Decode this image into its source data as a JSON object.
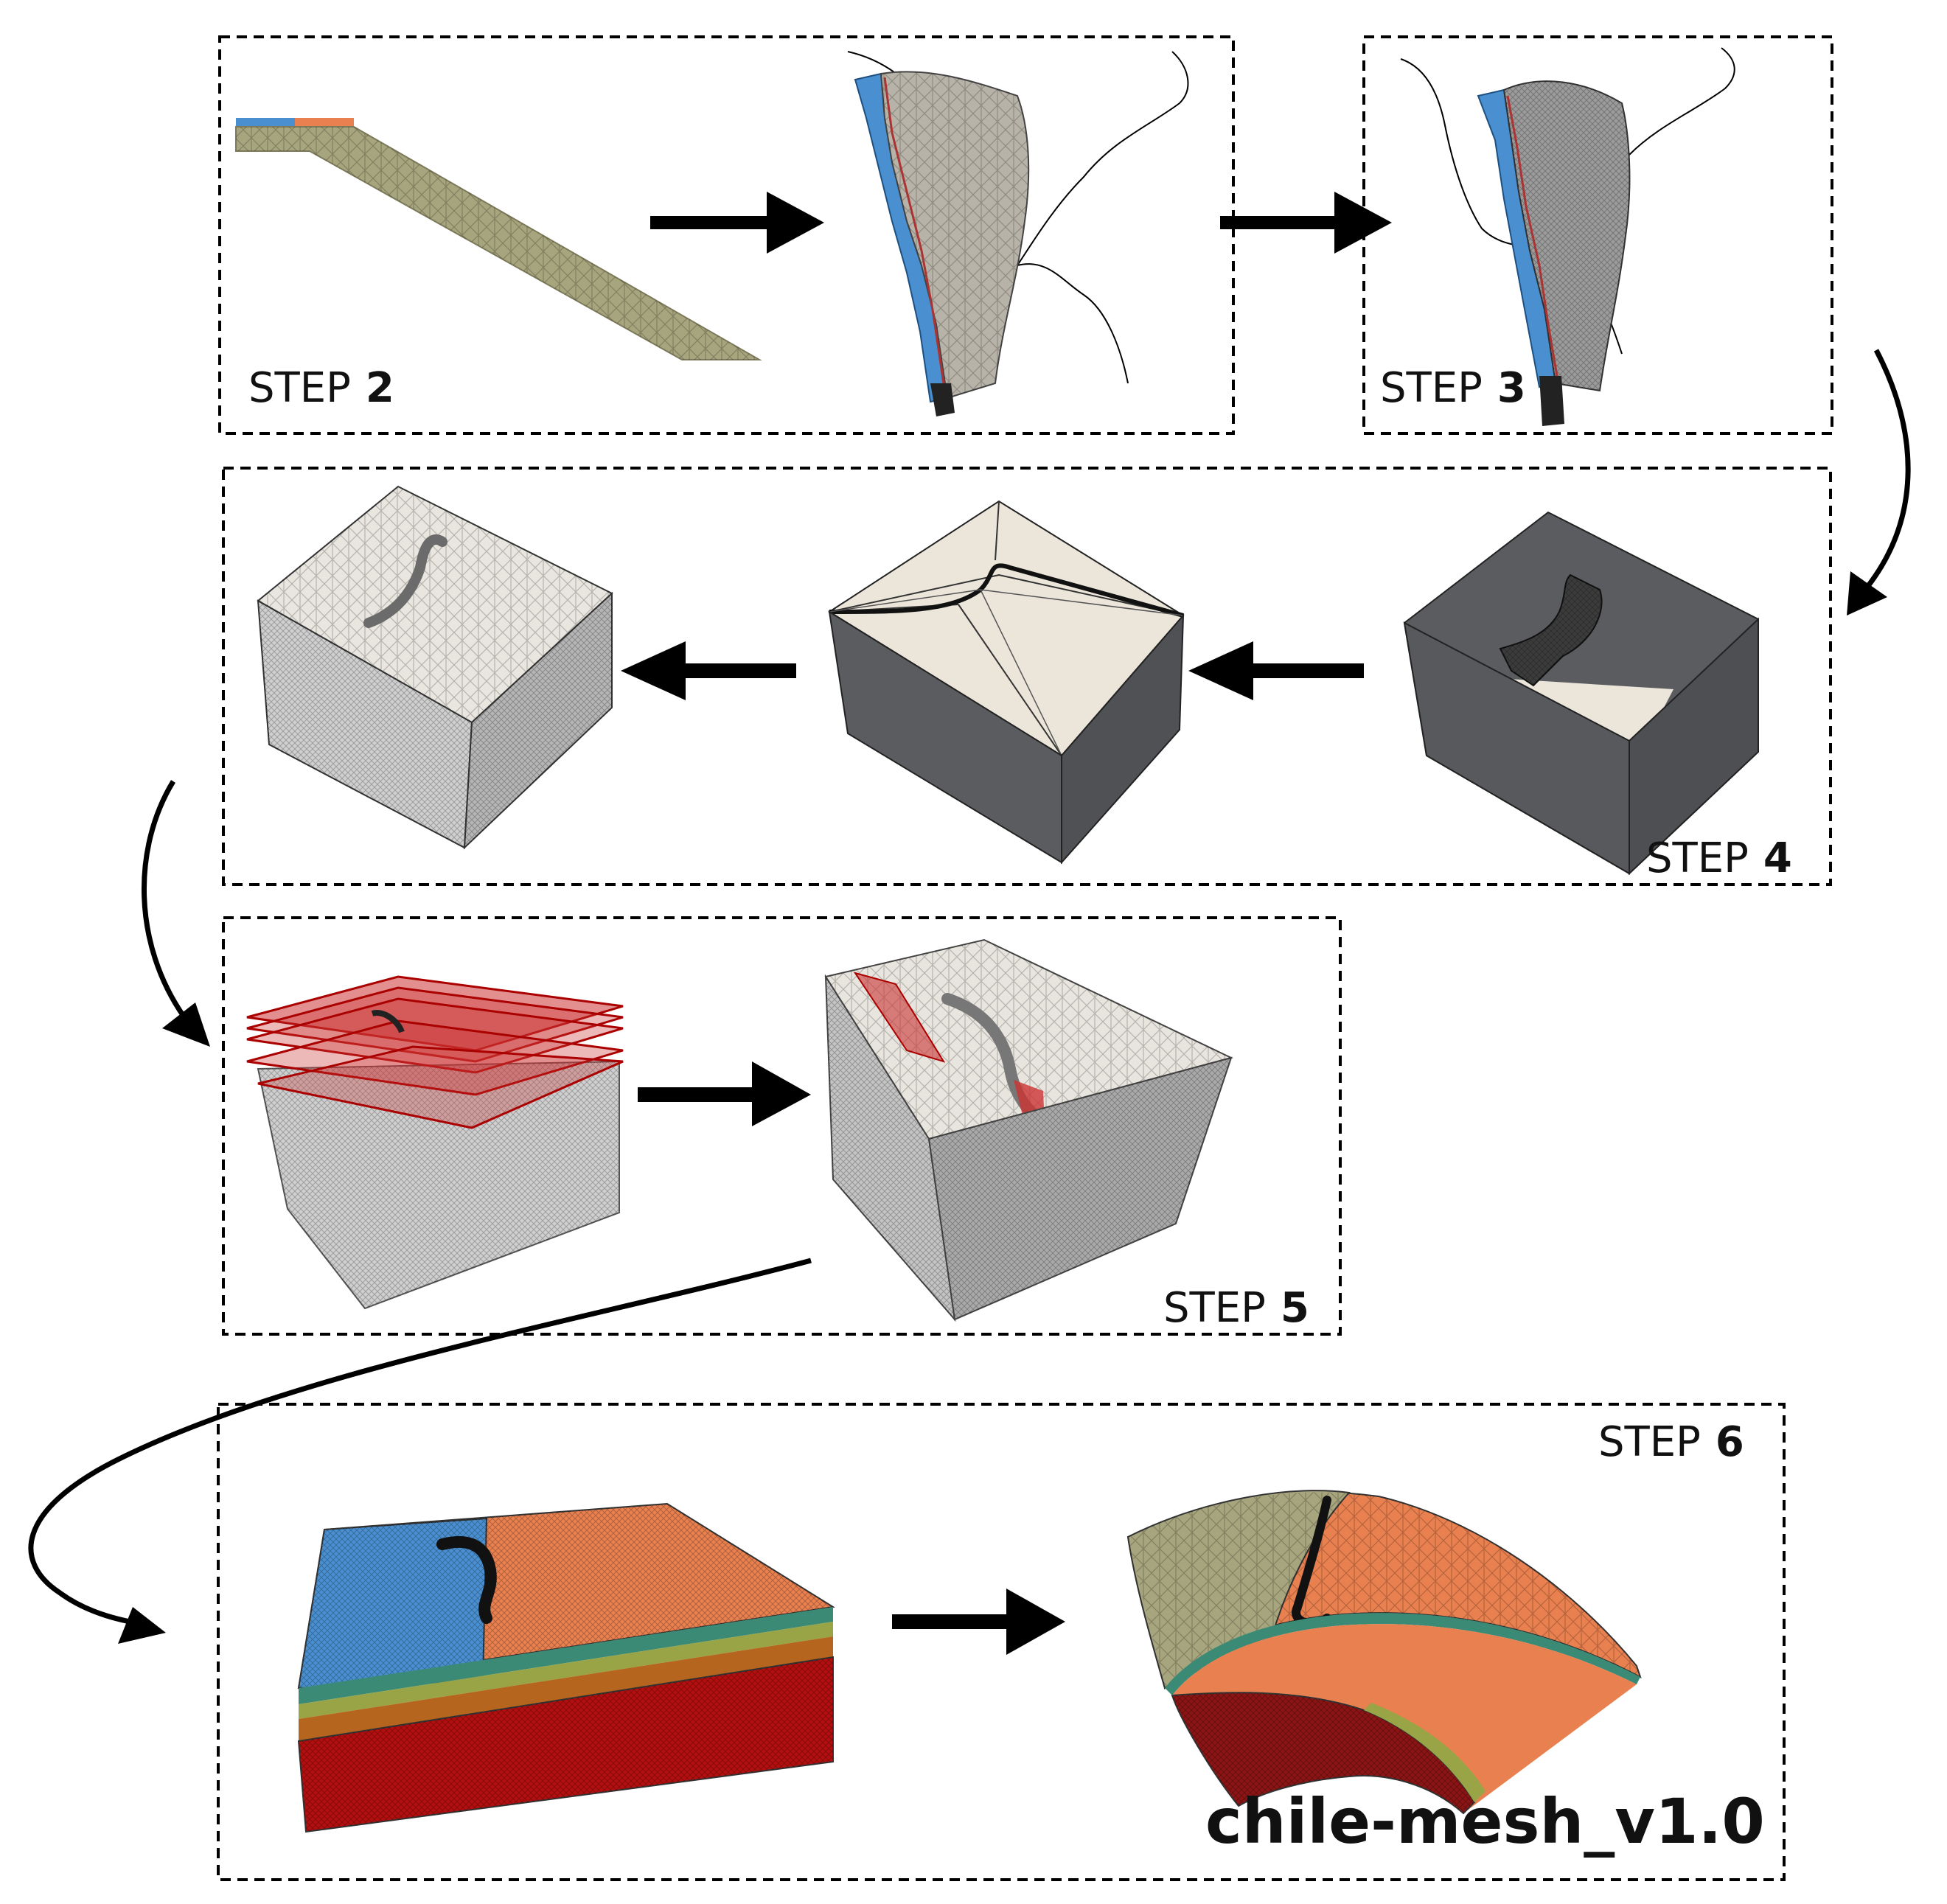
{
  "steps": [
    {
      "word": "STEP",
      "number": "2"
    },
    {
      "word": "STEP",
      "number": "3"
    },
    {
      "word": "STEP",
      "number": "4"
    },
    {
      "word": "STEP",
      "number": "5"
    },
    {
      "word": "STEP",
      "number": "6"
    }
  ],
  "output_title": "chile-mesh_v1.0",
  "colors": {
    "mesh_olive": "#a7a57d",
    "ocean_blue": "#4a8fd0",
    "continent_orange": "#e9804f",
    "mantle_red": "#b30f0f",
    "box_dark": "#5b5c60",
    "box_light": "#ebe5da",
    "cut_plane_red": "#cc3333",
    "outline": "#000000"
  }
}
